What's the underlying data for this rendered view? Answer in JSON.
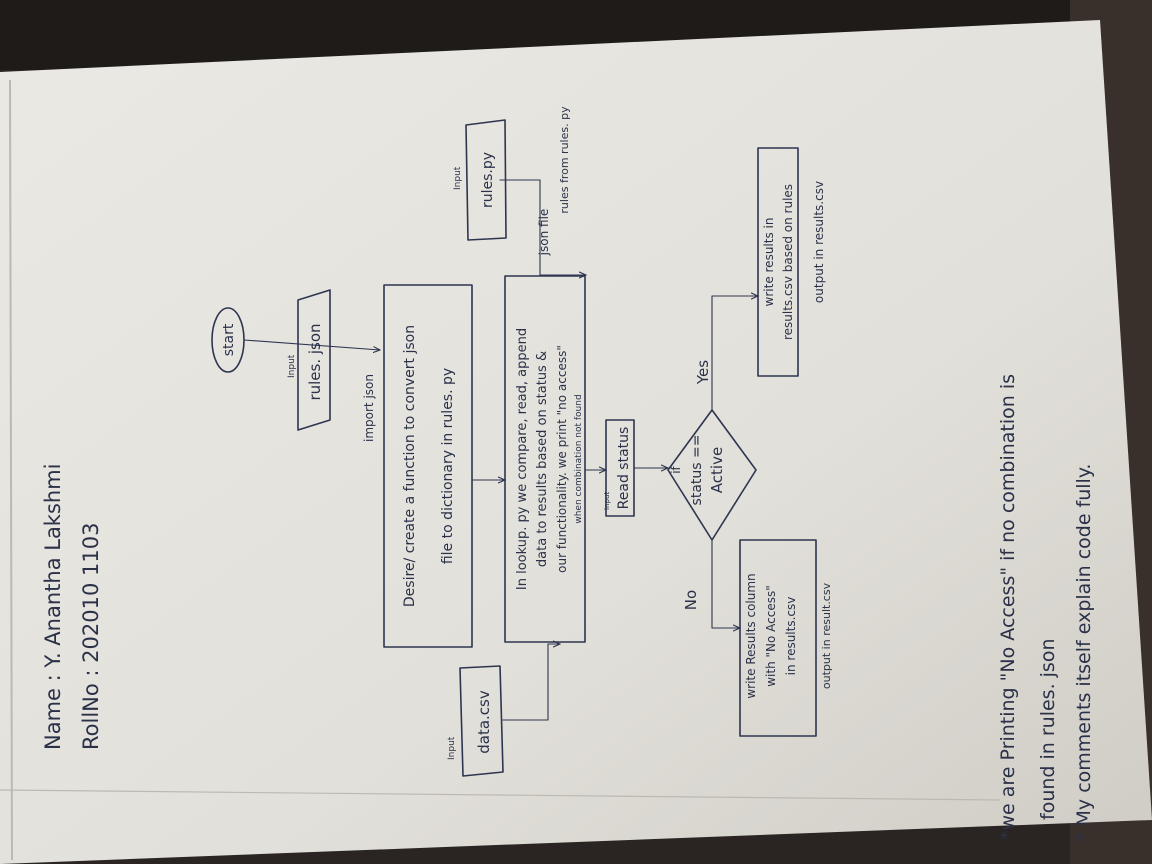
{
  "header": {
    "name": "Name : Y. Anantha Lakshmi",
    "rollno": "RollNo : 202010 1103"
  },
  "flowchart": {
    "start": "start",
    "rules_json_input": {
      "label": "Input",
      "text": "rules. json"
    },
    "import_json": "import json",
    "box_convert": {
      "line1": "Desire/ create a function to convert json",
      "line2": "file to dictionary in rules. py"
    },
    "data_csv_input": {
      "label": "Input",
      "text": "data.csv"
    },
    "box_lookup": {
      "line1": "In lookup. py we compare, read, append",
      "line2": "data to results based on status &",
      "line3": "our functionality. we print \"no access\"",
      "line4": "when combination not found"
    },
    "json_file_label": "json file",
    "rules_from_label": "rules from rules. py",
    "rules_py_input": {
      "label": "Input",
      "text": "rules.py"
    },
    "read_status": {
      "small": "Input",
      "text": "Read status"
    },
    "decision": {
      "line1": "if",
      "line2": "status ==",
      "line3": "Active"
    },
    "no_label": "No",
    "yes_label": "Yes",
    "box_no": {
      "line1": "write Results column",
      "line2": "with \"No Access\"",
      "line3": "in results.csv",
      "output": "output in result.csv"
    },
    "box_yes": {
      "line1": "write results in",
      "line2": "results.csv based on rules",
      "output": "output in results.csv"
    }
  },
  "notes": {
    "note1_line1": "*we are Printing \"No Access\" if no combination is",
    "note1_line2": "found in rules. json",
    "note2": "* My comments itself explain code fully."
  },
  "colors": {
    "paper": "#e5e3de",
    "ink": "#2e3550",
    "background": "#2a2522"
  }
}
